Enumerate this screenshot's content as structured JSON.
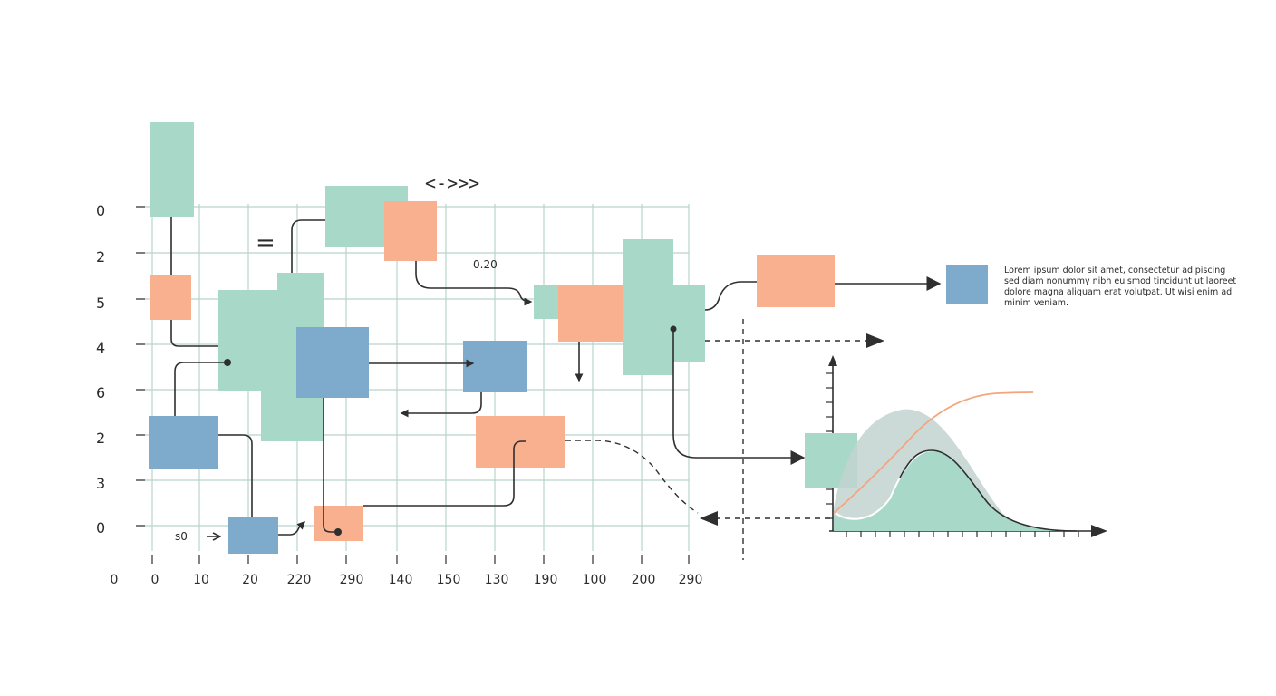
{
  "colors": {
    "mint": "#a8d8c8",
    "salmon": "#f8b08e",
    "blue": "#7eaacb",
    "grid": "#b9d4cb",
    "ink": "#2f2f2f",
    "curve_orange": "#f4a57e",
    "bell_gray": "#c2d4cf"
  },
  "y_axis": {
    "tick_labels": [
      "0",
      "2",
      "5",
      "4",
      "6",
      "2",
      "3",
      "0"
    ]
  },
  "x_axis": {
    "tick_labels": [
      "0",
      "0",
      "10",
      "20",
      "220",
      "290",
      "140",
      "150",
      "130",
      "190",
      "100",
      "200",
      "290"
    ]
  },
  "annotations": {
    "code_symbol": "<->>>",
    "equals_symbol": "=",
    "value_label": "0.20",
    "input_label": "s0"
  },
  "caption": {
    "lines": [
      "Lorem ipsum dolor sit amet, consectetur adipiscing",
      "sed diam nonummy nibh euismod tincidunt ut laoreet",
      "dolore magna aliquam erat volutpat. Ut wisi enim ad",
      "minim veniam."
    ]
  },
  "icons": [
    "arrow-right-icon",
    "arrow-left-icon",
    "arrow-down-icon"
  ]
}
